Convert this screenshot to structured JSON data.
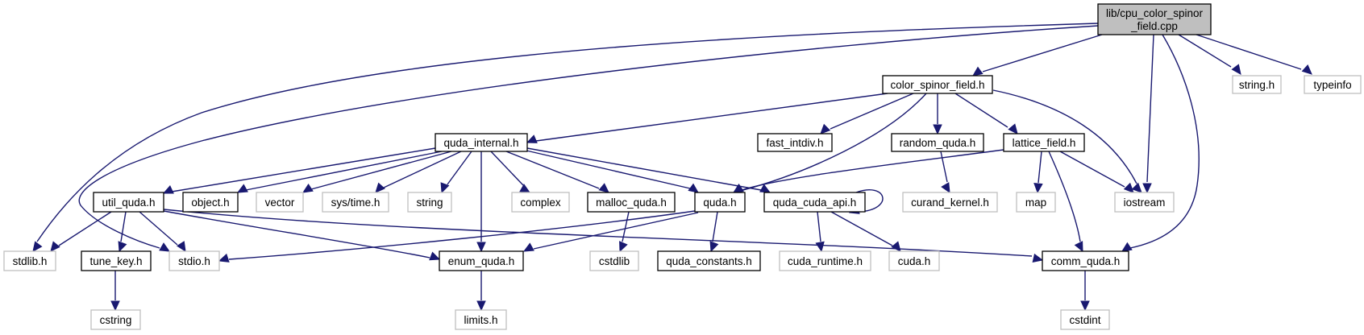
{
  "diagram": {
    "title": "Include dependency graph for lib/cpu_color_spinor_field.cpp",
    "colors": {
      "edge": "#191970",
      "root_fill": "#bfbfbf",
      "documented_border": "#000000",
      "external_border": "#bfbfbf",
      "node_fill": "#ffffff"
    },
    "nodes": [
      {
        "id": "root",
        "label_lines": [
          "lib/cpu_color_spinor",
          "_field.cpp"
        ],
        "kind": "root"
      },
      {
        "id": "color_spinor_field_h",
        "label_lines": [
          "color_spinor_field.h"
        ],
        "kind": "documented"
      },
      {
        "id": "string_h",
        "label_lines": [
          "string.h"
        ],
        "kind": "external"
      },
      {
        "id": "typeinfo",
        "label_lines": [
          "typeinfo"
        ],
        "kind": "external"
      },
      {
        "id": "quda_internal_h",
        "label_lines": [
          "quda_internal.h"
        ],
        "kind": "documented"
      },
      {
        "id": "fast_intdiv_h",
        "label_lines": [
          "fast_intdiv.h"
        ],
        "kind": "documented"
      },
      {
        "id": "random_quda_h",
        "label_lines": [
          "random_quda.h"
        ],
        "kind": "documented"
      },
      {
        "id": "lattice_field_h",
        "label_lines": [
          "lattice_field.h"
        ],
        "kind": "documented"
      },
      {
        "id": "util_quda_h",
        "label_lines": [
          "util_quda.h"
        ],
        "kind": "documented"
      },
      {
        "id": "object_h",
        "label_lines": [
          "object.h"
        ],
        "kind": "documented"
      },
      {
        "id": "vector",
        "label_lines": [
          "vector"
        ],
        "kind": "external"
      },
      {
        "id": "sys_time_h",
        "label_lines": [
          "sys/time.h"
        ],
        "kind": "external"
      },
      {
        "id": "string",
        "label_lines": [
          "string"
        ],
        "kind": "external"
      },
      {
        "id": "complex",
        "label_lines": [
          "complex"
        ],
        "kind": "external"
      },
      {
        "id": "malloc_quda_h",
        "label_lines": [
          "malloc_quda.h"
        ],
        "kind": "documented"
      },
      {
        "id": "quda_h",
        "label_lines": [
          "quda.h"
        ],
        "kind": "documented"
      },
      {
        "id": "quda_cuda_api_h",
        "label_lines": [
          "quda_cuda_api.h"
        ],
        "kind": "documented"
      },
      {
        "id": "curand_kernel_h",
        "label_lines": [
          "curand_kernel.h"
        ],
        "kind": "external"
      },
      {
        "id": "map",
        "label_lines": [
          "map"
        ],
        "kind": "external"
      },
      {
        "id": "iostream",
        "label_lines": [
          "iostream"
        ],
        "kind": "external"
      },
      {
        "id": "stdlib_h",
        "label_lines": [
          "stdlib.h"
        ],
        "kind": "external"
      },
      {
        "id": "tune_key_h",
        "label_lines": [
          "tune_key.h"
        ],
        "kind": "documented"
      },
      {
        "id": "stdio_h",
        "label_lines": [
          "stdio.h"
        ],
        "kind": "external"
      },
      {
        "id": "enum_quda_h",
        "label_lines": [
          "enum_quda.h"
        ],
        "kind": "documented"
      },
      {
        "id": "cstdlib",
        "label_lines": [
          "cstdlib"
        ],
        "kind": "external"
      },
      {
        "id": "quda_constants_h",
        "label_lines": [
          "quda_constants.h"
        ],
        "kind": "documented"
      },
      {
        "id": "cuda_runtime_h",
        "label_lines": [
          "cuda_runtime.h"
        ],
        "kind": "external"
      },
      {
        "id": "cuda_h",
        "label_lines": [
          "cuda.h"
        ],
        "kind": "external"
      },
      {
        "id": "comm_quda_h",
        "label_lines": [
          "comm_quda.h"
        ],
        "kind": "documented"
      },
      {
        "id": "cstring",
        "label_lines": [
          "cstring"
        ],
        "kind": "external"
      },
      {
        "id": "limits_h",
        "label_lines": [
          "limits.h"
        ],
        "kind": "external"
      },
      {
        "id": "cstdint",
        "label_lines": [
          "cstdint"
        ],
        "kind": "external"
      }
    ],
    "edges": [
      {
        "from": "root",
        "to": "color_spinor_field_h"
      },
      {
        "from": "root",
        "to": "string_h"
      },
      {
        "from": "root",
        "to": "typeinfo"
      },
      {
        "from": "root",
        "to": "iostream"
      },
      {
        "from": "root",
        "to": "comm_quda_h"
      },
      {
        "from": "root",
        "to": "stdlib_h"
      },
      {
        "from": "root",
        "to": "stdio_h"
      },
      {
        "from": "color_spinor_field_h",
        "to": "quda_internal_h"
      },
      {
        "from": "color_spinor_field_h",
        "to": "fast_intdiv_h"
      },
      {
        "from": "color_spinor_field_h",
        "to": "random_quda_h"
      },
      {
        "from": "color_spinor_field_h",
        "to": "lattice_field_h"
      },
      {
        "from": "color_spinor_field_h",
        "to": "quda_h"
      },
      {
        "from": "color_spinor_field_h",
        "to": "iostream"
      },
      {
        "from": "quda_internal_h",
        "to": "util_quda_h"
      },
      {
        "from": "quda_internal_h",
        "to": "object_h"
      },
      {
        "from": "quda_internal_h",
        "to": "vector"
      },
      {
        "from": "quda_internal_h",
        "to": "sys_time_h"
      },
      {
        "from": "quda_internal_h",
        "to": "string"
      },
      {
        "from": "quda_internal_h",
        "to": "complex"
      },
      {
        "from": "quda_internal_h",
        "to": "malloc_quda_h"
      },
      {
        "from": "quda_internal_h",
        "to": "quda_h"
      },
      {
        "from": "quda_internal_h",
        "to": "quda_cuda_api_h"
      },
      {
        "from": "quda_internal_h",
        "to": "enum_quda_h"
      },
      {
        "from": "random_quda_h",
        "to": "curand_kernel_h"
      },
      {
        "from": "lattice_field_h",
        "to": "quda_h"
      },
      {
        "from": "lattice_field_h",
        "to": "map"
      },
      {
        "from": "lattice_field_h",
        "to": "iostream"
      },
      {
        "from": "lattice_field_h",
        "to": "comm_quda_h"
      },
      {
        "from": "util_quda_h",
        "to": "stdlib_h"
      },
      {
        "from": "util_quda_h",
        "to": "tune_key_h"
      },
      {
        "from": "util_quda_h",
        "to": "stdio_h"
      },
      {
        "from": "util_quda_h",
        "to": "enum_quda_h"
      },
      {
        "from": "util_quda_h",
        "to": "comm_quda_h"
      },
      {
        "from": "malloc_quda_h",
        "to": "cstdlib"
      },
      {
        "from": "quda_h",
        "to": "stdio_h"
      },
      {
        "from": "quda_h",
        "to": "enum_quda_h"
      },
      {
        "from": "quda_h",
        "to": "quda_constants_h"
      },
      {
        "from": "quda_cuda_api_h",
        "to": "quda_cuda_api_h"
      },
      {
        "from": "quda_cuda_api_h",
        "to": "cuda_runtime_h"
      },
      {
        "from": "quda_cuda_api_h",
        "to": "cuda_h"
      },
      {
        "from": "tune_key_h",
        "to": "cstring"
      },
      {
        "from": "enum_quda_h",
        "to": "limits_h"
      },
      {
        "from": "comm_quda_h",
        "to": "cstdint"
      }
    ]
  }
}
